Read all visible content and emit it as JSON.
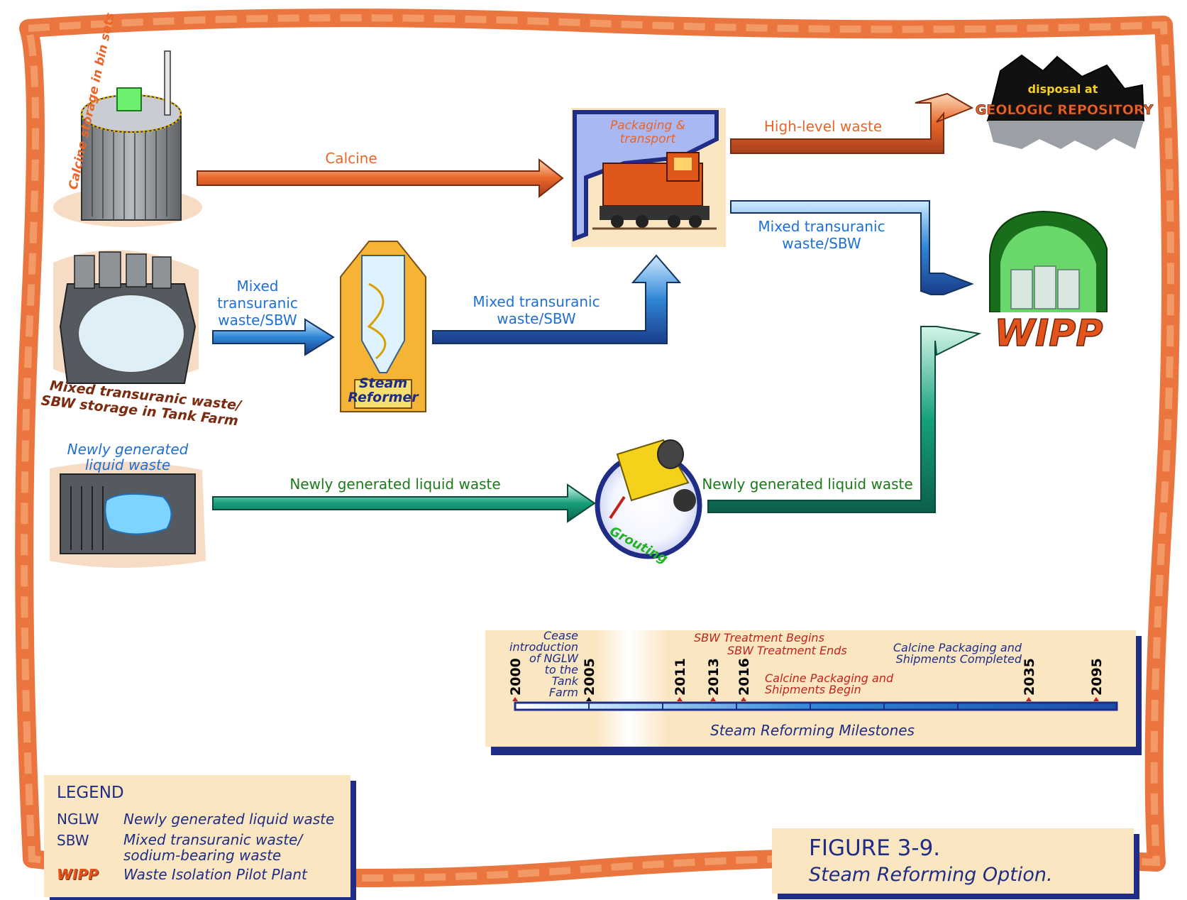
{
  "colors": {
    "frame": "#e8662a",
    "orange": "#e8662a",
    "blue": "#1e7bd6",
    "teal": "#109a7a",
    "navy": "#1f2d86",
    "panel": "#fbe6c2",
    "red": "#c0241c",
    "green": "#2f8f2f"
  },
  "nodes": {
    "calcine_storage": "Calcine storage in bin sets",
    "tank_farm": "Mixed transuranic waste/\nSBW storage in Tank Farm",
    "nglw_source": "Newly generated\nliquid waste",
    "steam_reformer": "Steam\nReformer",
    "packaging": "Packaging &\ntransport",
    "grouting": "Grouting",
    "repository_top": "disposal at",
    "repository_name": "GEOLOGIC REPOSITORY",
    "wipp": "WIPP"
  },
  "flows": {
    "calcine": "Calcine",
    "mtw_in": "Mixed\ntransuranic\nwaste/SBW",
    "mtw_out": "Mixed transuranic\nwaste/SBW",
    "hlw": "High-level waste",
    "mtw_wipp": "Mixed transuranic\nwaste/SBW",
    "nglw_in": "Newly generated liquid waste",
    "nglw_out": "Newly generated liquid waste"
  },
  "timeline": {
    "title": "Steam Reforming Milestones",
    "years": [
      "2000",
      "2005",
      "2011",
      "2013",
      "2016",
      "2035",
      "2095"
    ],
    "events": [
      {
        "text": "Cease\nintroduction\nof NGLW\nto the\nTank\nFarm"
      },
      {
        "text": "SBW Treatment Begins"
      },
      {
        "text": "SBW Treatment Ends"
      },
      {
        "text": "Calcine Packaging and\nShipments Begin"
      },
      {
        "text": "Calcine Packaging and\nShipments Completed"
      }
    ]
  },
  "legend": {
    "title": "LEGEND",
    "items": [
      {
        "abbr": "NGLW",
        "def": "Newly generated liquid waste"
      },
      {
        "abbr": "SBW",
        "def": "Mixed transuranic waste/\nsodium-bearing waste"
      },
      {
        "abbr": "WIPP",
        "def": "Waste Isolation Pilot Plant"
      }
    ]
  },
  "figure": {
    "number": "FIGURE 3-9.",
    "title": "Steam Reforming Option."
  }
}
